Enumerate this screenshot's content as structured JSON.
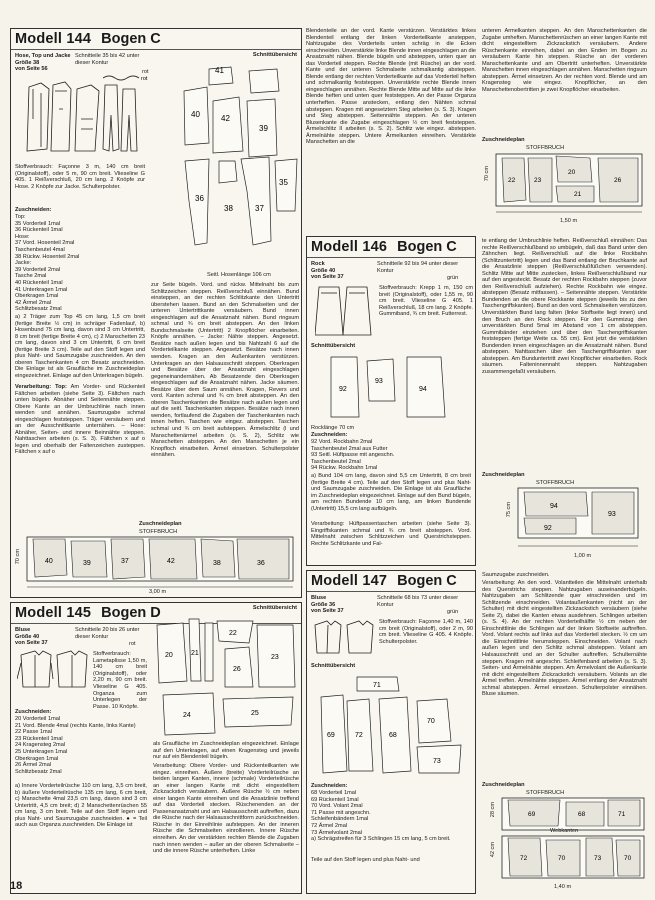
{
  "page_number": "18",
  "m144": {
    "title": "Modell 144",
    "bogen": "Bogen C",
    "sub1": "Hose, Top und Jacke",
    "sub2": "Größe 38",
    "sub3": "von Seite 56",
    "schnitt": "Schnitteile 35 bis 42 unter dieser Kontur",
    "color": "rot",
    "schnittuebersicht": "Schnittübersicht",
    "hosenlaenge": "Seitl. Hosenlänge 106 cm",
    "stoffverbrauch": "Stoffverbrauch: Façonne 3 m, 140 cm breit (Originalstoff), oder 5 m, 90 cm breit. Vlieseline G 405. 1 Reißverschluß, 20 cm lang. 2 Knöpfe zur Hose. 2 Knöpfe zur Jacke. Schulterpolster.",
    "zugeschnitten_title": "Zuschneiden:",
    "parts": [
      "Top:",
      "35 Vorderteil 1mal",
      "36 Rückenteil 1mal",
      "Hose:",
      "37 Vord. Hosenteil 2mal",
      "    Taschenbeutel 4mal",
      "38 Rückw. Hosenteil 2mal",
      "Jacke:",
      "39 Vorderteil 2mal",
      "    Tasche 2mal",
      "40 Rückenteil 1mal",
      "41 Unterkragen 1mal",
      "    Oberkragen 1mal",
      "42 Ärmel 2mal",
      "    Schlitzbesatz 2mal"
    ],
    "text_col1": "a) 2 Träger zum Top 45 cm lang, 1,5 cm breit (fertige Breite ½ cm) in schräger Fadenlauf, b) Hosenbund 75 cm lang, davon sind 3 cm Untertritt, 8 cm breit (fertige Breite 4 cm), c) 2 Manschetten 23 cm lang, davon sind 3 cm Untertritt, 6 cm breit (fertige Breite 3 cm). Teile auf den Stoff legen und plus Naht- und Saumzugabe zuschneiden. An den oberen Taschenkanten 4 cm Besatz anschneiden. Die Einlage ist als Graufläche im Zuschneideplan eingezeichnet. Einlage auf den Unterkragen bügeln.",
    "verarb_title": "Verarbeitung: Top:",
    "text_col1b": "Am Vorder- und Rückenteil Fältchen arbeiten (siehe Seite 3). Fältchen nach unten bügeln. Abnäher und Seitennähte steppen. Obere Kante an der Umbruchlinie nach innen wenden und annähen. Saumzugabe schmal eingeschlagen feststeppen. Träger versäubern und an der Ausschnittkante unternähen. – Hose: Abnäher, Seiten- und innere Beinnähte steppen. Nahttaschen arbeiten (s. S. 3). Fältchen x auf o legen und oberhalb der Faltenzeichen zusteppen. Fältchen x auf o",
    "text_col2": "zur Seite bügeln. Vord. und rückw. Mittelnaht bis zum Schlitzzeichen steppen. Reißverschluß einnähen. Bund einsteppen, an der rechten Schlitzkante den Untertritt überstehen lassen. Bund an den Schmalseiten und der unteren Untertrittkante versäubern. Bund innen eingeschlagen auf die Ansatznaht nähen. Bund ringsum schmal und ¾ cm breit absteppen. An den linken Bundschmalseite (Untertritt) 2 Knopflöcher einarbeiten. Knöpfe annähen. – Jacke: Nähte steppen. Angesetzt. Besätze nach außen legen und bis Nahtzahl 6 auf die Vorderteilkante steppen. Angesetzt. Besätze nach innen wenden. Kragen an den Außenkanten verstürzen. Unterkragen an den Halsausschnitt steppen. Oberkragen und Besätze über der Ansatznaht eingeschlagen gegeneinandernähen. Ab Besatzende den Oberkragen eingeschlagen auf die Ansatznaht nähen. Jacke säumen. Besätze über dem Saum annähen. Kragen, Revers und vord. Kanten schmal und ¾ cm breit absteppen. An den oberen Taschenkanten die Besätze nach außen legen und auf die seitl. Taschenkanten steppen. Besätze nach innen wenden, fortlaufend die Zugaben der Taschenkanten nach innen heften. Taschen wie eingez. absteppen. Taschen schmal und ¾ cm breit aufsteppen. Ärmelschlitz (l und Manschettenärmel arbeiten (s. S. 2), Schlitz wie Manschetten absteppen. An den Manschetten je ein Knopfloch einarbeiten. Ärmel einsetzen. Schulterpolster einnähen.",
    "zuschneideplan": "Zuschneideplan",
    "stoffbruch": "STOFFBRUCH",
    "width": "3,00 m",
    "height": "70 cm"
  },
  "m144c": {
    "text": "Blendenteile an der vord. Kante verstürzen. Verstärktes linkes Blendenteil entlang der linken Vorderteilkante ansteppen, Nahtzugabe des Vorderteils unten schräg in die Ecken einschneiden. Unverstärkte linke Blende innen eingeschlagen an die Ansatznaht nähen. Blende bügeln und absteppen, unten quer an das Vorderteil steppen. Rechte Blende (mit Rüsche) an der vord. Kante und der unteren Schmalseite schmalkantig absteppen. Blende entlang der rechten Vorderteilkante auf das Vorderteil heften und schmalkantig feststeppen. Unverstärkte rechte Blende innen eingeschlagen annähen. Rechte Blende Mitte auf Mitte auf die linke Blende heften und unten quer feststeppen. An der Passe Organza unterheften. Passe anstecken, entlang den Nähten schmal absteppen. Kragen mit angesetztem Steg arbeiten (s. S. 3). Kragen und Steg absteppen. Seitennähte steppen. An der unteren Blusenkante die Zugabe eingeschlagen ½ cm breit feststeppen. Ärmelschlitz II arbeiten (s. S. 2). Schlitz wie eingez. absteppen. Ärmelnähte steppen. Untere Ärmelkanten einreihen. Verstärkte Manschetten an die"
  },
  "m145": {
    "title": "Modell 145",
    "bogen": "Bogen D",
    "sub1": "Bluse",
    "sub2": "Größe 40",
    "sub3": "von Seite 37",
    "schnitt": "Schnitteile 20 bis 26 unter dieser Kontur",
    "color": "rot",
    "schnittuebersicht": "Schnittübersicht",
    "stoffverbrauch": "Stoffverbrauch: Lametaplisse 1,50 m, 140 cm breit (Originalstoff), oder 2,20 m, 90 cm breit. Vlieseline G 405. Organza zum Unterlegen der Passe. 10 Knöpfe.",
    "zugeschnitten_title": "Zuschneiden:",
    "parts": [
      "20 Vorderteil 1mal",
      "21 Vord. Blende 4mal (rechts Kante, links Kante)",
      "22 Passe 1mal",
      "23 Rückenteil 1mal",
      "24 Kragensteg 2mal",
      "25 Unterkragen 1mal",
      "    Oberkragen 1mal",
      "26 Ärmel 2mal",
      "    Schlitzbesatz 2mal"
    ],
    "text": "a) Innere Vorderteilrüsche 110 cm lang, 3,5 cm breit, b) äußere Vorderteilrüsche 135 cm lang, 6 cm breit, c) Manschette 4mal 23,5 cm lang, davon sind 3 cm Untertritt, 4,5 cm breit; d) 2 Manschettenrüschen 55 cm lang, 3 cm breit. Teile auf den Stoff legen und plus Naht- und Saumzugabe zuschneiden. ● = Teil auch aus Organza zuschneiden. Die Einlage ist",
    "text2": "als Graufläche im Zuschneideplan eingezeichnet. Einlage auf den Unterkragen, auf einen Kragensteg und jeweils nur auf ein Blendenteil bügeln.",
    "verarb": "Verarbeitung: Obere Vorder- und Rückenteilkanten wie eingez. einreihen. Äußere (breite) Vorderteilrüsche an beiden langen Kanten, innere (schmale) Vorderteilrüsche an einer langen Kante mit dicht eingestelltem Zickzackstich versäubern. Äußere Rüsche ½ cm neben einer langen Kante einreihen und die Ansatzlinie treffend auf das Vorderteil stecken. Rüschenenden an der Passenansatznaht und am Halsausschnitt auftreffen, dazu die Rüsche nach der Halsausschnittform zurückschneiden. Rüsche in der Einreihlinie aufsteppen. An der inneren Rüsche die Schmalseiten einrollieren. Innere Rüsche einreihen. An der verstärkten rechten Blende die Zugaben nach innen wenden – außer an der oberen Schmalseite – und die innere Rüsche unterheften. Linke"
  },
  "m146": {
    "title": "Modell 146",
    "bogen": "Bogen C",
    "sub1": "Rock",
    "sub2": "Größe 40",
    "sub3": "von Seite 37",
    "schnitt": "Schnitteile 92 bis 94 unter dieser Kontur",
    "color": "grün",
    "stoffverbrauch": "Stoffverbrauch: Krepp 1 m, 150 cm breit (Originalstoff), oder 1,55 m, 90 cm breit. Vlieseline G 405. 1 Reißverschluß, 18 cm lang. 2 Knöpfe. Gummiband, ¾ cm breit. Futterrest.",
    "schnittuebersicht": "Schnittübersicht",
    "rocklaenge": "Rocklänge 70 cm",
    "zugeschnitten_title": "Zuschneiden:",
    "parts": [
      "92 Vord. Rockbahn 2mal",
      "    Taschenbeutel 2mal aus Futter",
      "93 Seitl. Hüftpasse mit angeschn.",
      "    Taschenbeutel 2mal",
      "94 Rückw. Rockbahn 1mal"
    ],
    "text": "a) Bund 104 cm lang, davon sind 5,5 cm Untertritt, 8 cm breit (fertige Breite 4 cm). Teile auf den Stoff legen und plus Naht- und Saumzugabe zuschneiden. Die Einlage ist als Graufläche im Zuschneideplan eingezeichnet. Einlage auf den Bund bügeln, am rechten Bundende 10 cm lang, am linken Bundende (Untertritt) 15,5 cm lang aufbügeln.",
    "verarb": "Verarbeitung: Hüftpassentaschen arbeiten (siehe Seite 3). Eingriffskanten schmal und ¾ cm breit absteppen. Vord. Mittelnaht zwischen Schlitzzeichen und Querstrichsteppen. Rechte Schlitzkante und Fal-",
    "text_right": "te entlang der Umbruchlinie heften. Reißverschluß einnähen: Das rechte Reißverschlußband so umbügeln, daß das Band unter den Zähnchen liegt. Reißverschluß auf die linke Rockbahn (Schlitzuntertritt) legen und das Band entlang der Bruchkante auf die Ansatzlinie steppen (Reißverschlußfüßchen verwenden). Schlitz Mitte auf Mitte zustecken, linkes Reißverschlußband nur auf den angesteckt. Besatz der rechten Rockbahn steppen (zuvor den Reißverschluß aufziehen). Rechte Rockbahn wie eingez. absteppen (Besatz mitfassen). – Seitennähte steppen. Verstärkte Bundenden an die obere Rockkante steppen (jeweils bis zu den Taschengriffskanten). Bund an den vord. Schmalseiten verstürzen. Unverstärkten Bund lang falten (linke Stoffseite liegt innen) und den Bruch an den Rock steppen. Für den Gummizug den unverstärkten Bund 5mal im Abstand von 1 cm absteppen. Gummibänder einziehen und über den Taschengriffskanten feststeppen (fertige Weite ca. 55 cm). Erst jetzt die verstärkten Bundenden innen eingeschlagen an die Ansatznaht nähen. Bund absteppen. Nahttaschen über den Taschengriffskanten quer absteppen. Am Bunduntertritt zwei Knopflöcher einarbeiten. Rock säumen. Falteninnennaht steppen. Nahtzugaben zusammengefaßt versäubern.",
    "zuschneideplan": "Zuschneideplan",
    "stoffbruch": "STOFFBRUCH",
    "width": "1,00 m",
    "height": "75 cm"
  },
  "m147": {
    "title": "Modell 147",
    "bogen": "Bogen C",
    "sub1": "Bluse",
    "sub2": "Größe 36",
    "sub3": "von Seite 37",
    "schnitt": "Schnitteile 68 bis 73 unter dieser Kontur",
    "color": "grün",
    "stoffverbrauch": "Stoffverbrauch: Façonne 1,40 m, 140 cm breit (Originalstoff), oder 2 m, 90 cm breit. Vlieseline G 405. 4 Knöpfe. Schulterpolster.",
    "schnittuebersicht": "Schnittübersicht",
    "zugeschnitten_title": "Zuschneiden:",
    "parts": [
      "68 Vorderteil 1mal",
      "69 Rückenteil 1mal",
      "70 Vord. Volant 2mal",
      "71 Passe mit angeschn.",
      "    Schleifenbändern 1mal",
      "72 Ärmel 2mal",
      "73 Ärmelvolant 2mal",
      "a) Schrägstreifen für 3 Schlingen 15 cm lang, 5 cm breit."
    ],
    "text": "Teile auf den Stoff legen und plus Naht- und",
    "text_right": "Saumzugabe zuschneiden.",
    "verarb": "Verarbeitung: An den vord. Volantteilen die Mittelnaht unterhalb des Querstrichs steppen. Nahtzugaben auseinanderbügeln. Nahtzugaben am Schlitzende quer einschneiden und im Schlitzende einschneiden. Volantaußenkanten (nicht an der Schulter) mit dicht eingestellten Zickzackstich versäubern (siehe Seite 2), dabei die Kanten etwas ausdehnen. Schlingen arbeiten (s. S. 4). An der rechten Vorderteilhälfte ½ cm neben der Einschnittlinie die Schlingen auf der linken Stoffseite auftreffen. Vord. Volant rechts auf links auf das Vorderteil stecken. ½ cm um die Einschnittlinie herumsteppen. Einschneiden. Volant nach außen legen und den Schlitz schmal absteppen. Volant am Halsausschnitt und an der Schulter auftreffen. Schulternähte steppen. Kragen mit angeschn. Schleifenband arbeiten (s. S. 3). Seiten- und Ärmelnähte steppen. Am Ärmelvolant die Außenkante mit dicht eingestelltem Zickzackstich versäubern. Volants an die Ärmel treffen. Ärmelnähte steppen. Ärmel entlang der Ansatznaht schmal absteppen. Ärmel einsetzen. Schulterpolster einnähen. Bluse säumen.",
    "zuschneideplan": "Zuschneideplan",
    "stoffbruch": "STOFFBRUCH",
    "webkanten": "Webkanten",
    "width": "1,40 m",
    "height1": "28 cm",
    "height2": "42 cm"
  },
  "m143": {
    "text": "unteren Ärmelkanten steppen. An den Manschettenkanten die Zugabe umheften. Manschettenrüschen an einer langen Kante mit dicht eingestelltem Zickzackstich versäubern. Andere Rüschenkante einreihen, dabei an den Enden im Bogen zu versäubern Kante hin steppen. Rüsche an der vorderen Manschettenkante und am Obertritt unterheften. Unverstärkte Manschetten innen eingeschlagen annähen. Manschetten ringsum absteppen. Ärmel einsetzen. An der rechten vord. Blende und am Kragensteg wie eingez. Knopflöcher, an den Manschettenobertritten je zwei Knopflöcher einarbeiten.",
    "zuschneideplan": "Zuschneideplan",
    "stoffbruch": "STOFFBRUCH",
    "width": "1,50 m",
    "height": "70 cm"
  }
}
